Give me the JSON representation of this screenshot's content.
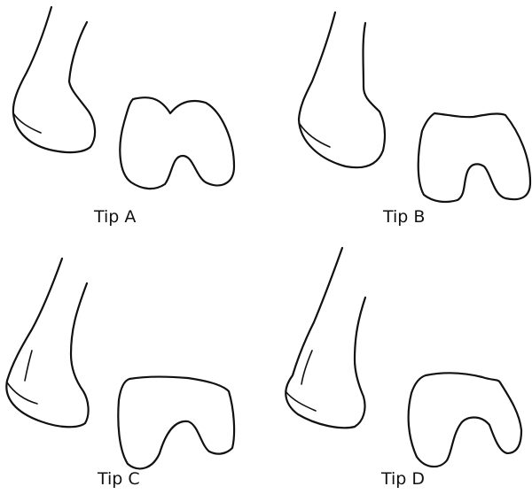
{
  "labels": {
    "a": "Tip A",
    "b": "Tip B",
    "c": "Tip C",
    "d": "Tip D"
  },
  "colors": {
    "line": "#111111",
    "background": "#ffffff"
  }
}
